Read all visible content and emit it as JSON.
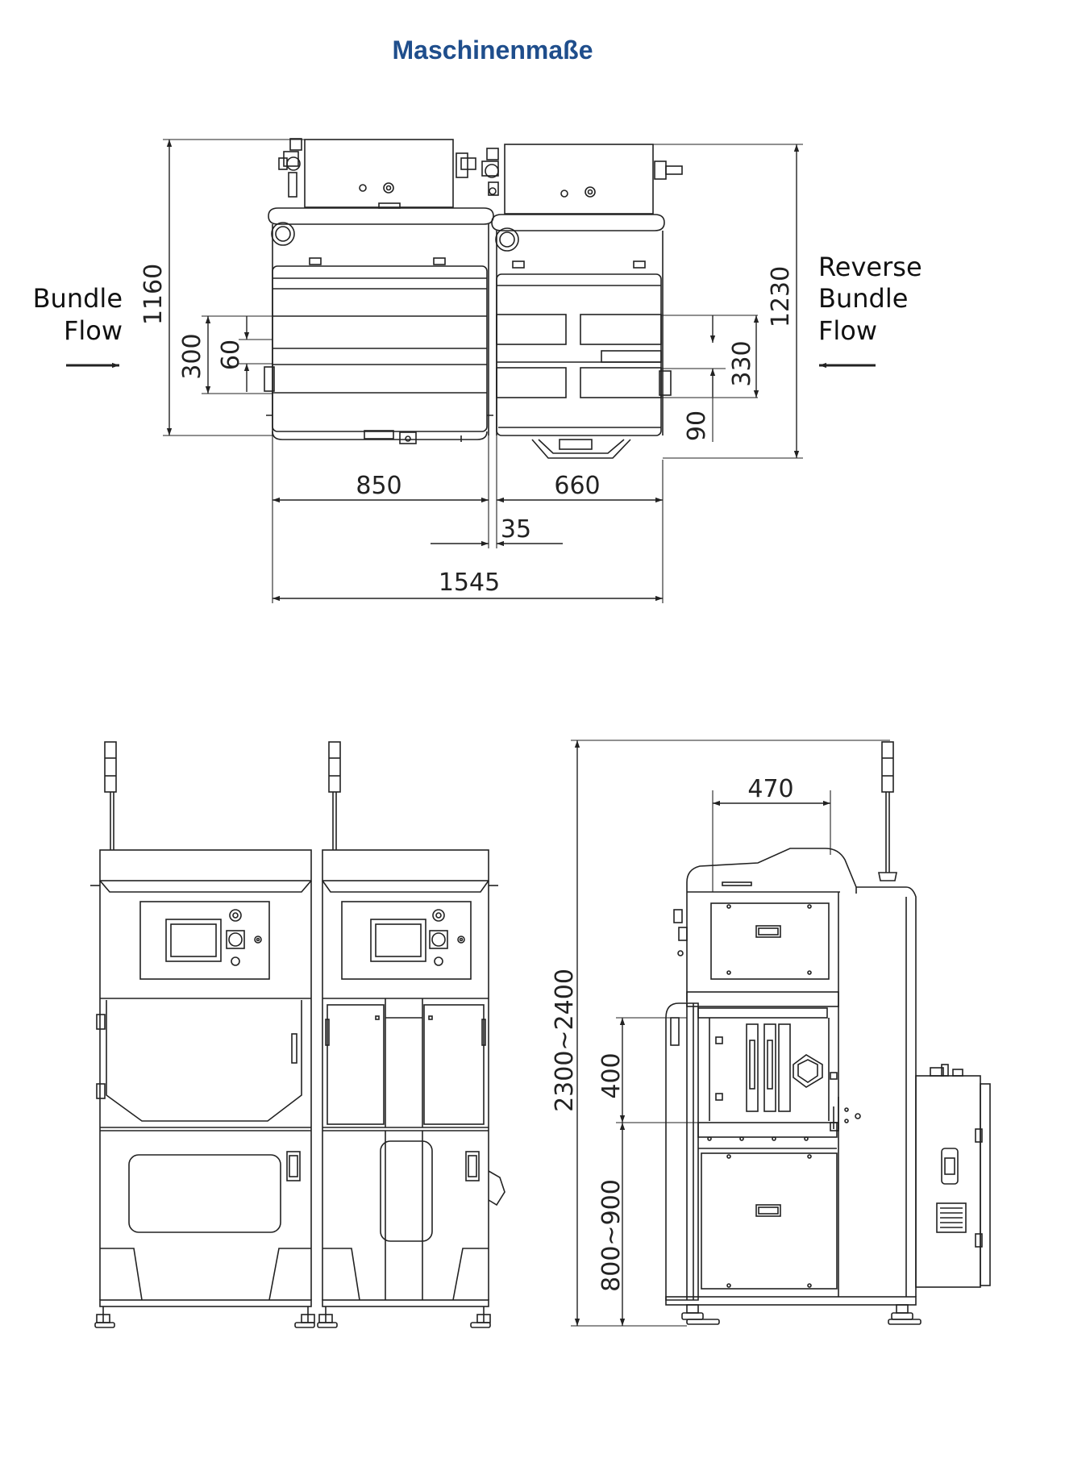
{
  "page": {
    "title": "Maschinenmaße",
    "title_color": "#1f4e8c",
    "line_color": "#222222"
  },
  "top_view": {
    "bundle_flow": [
      "Bundle",
      "Flow"
    ],
    "reverse_bundle_flow": [
      "Reverse",
      "Bundle",
      "Flow"
    ],
    "dimensions": {
      "height_left": "1160",
      "height_right": "1230",
      "inner_300": "300",
      "inner_60": "60",
      "inner_330": "330",
      "inner_90": "90",
      "width_left": "850",
      "width_right": "660",
      "gap": "35",
      "total_width": "1545"
    }
  },
  "side_view": {
    "dimensions": {
      "total_height": "2300~2400",
      "depth": "470",
      "upper": "400",
      "lower": "800~900"
    }
  }
}
